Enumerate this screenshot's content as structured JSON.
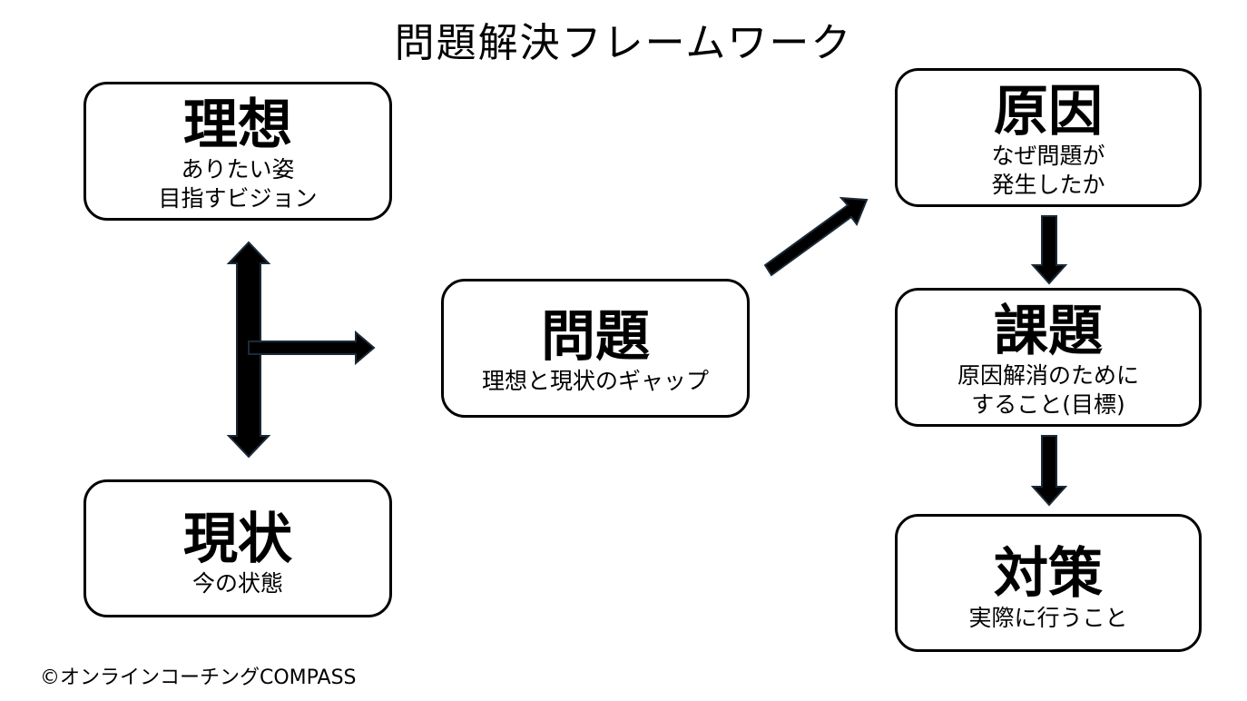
{
  "title": "問題解決フレームワーク",
  "boxes": {
    "ideal": {
      "heading": "理想",
      "lines": [
        "ありたい姿",
        "目指すビジョン"
      ]
    },
    "current": {
      "heading": "現状",
      "lines": [
        "今の状態"
      ]
    },
    "problem": {
      "heading": "問題",
      "lines": [
        "理想と現状のギャップ"
      ]
    },
    "cause": {
      "heading": "原因",
      "lines": [
        "なぜ問題が",
        "発生したか"
      ]
    },
    "issue": {
      "heading": "課題",
      "lines": [
        "原因解消のために",
        "すること(目標)"
      ]
    },
    "measure": {
      "heading": "対策",
      "lines": [
        "実際に行うこと"
      ]
    }
  },
  "credit": "©オンラインコーチングCOMPASS"
}
